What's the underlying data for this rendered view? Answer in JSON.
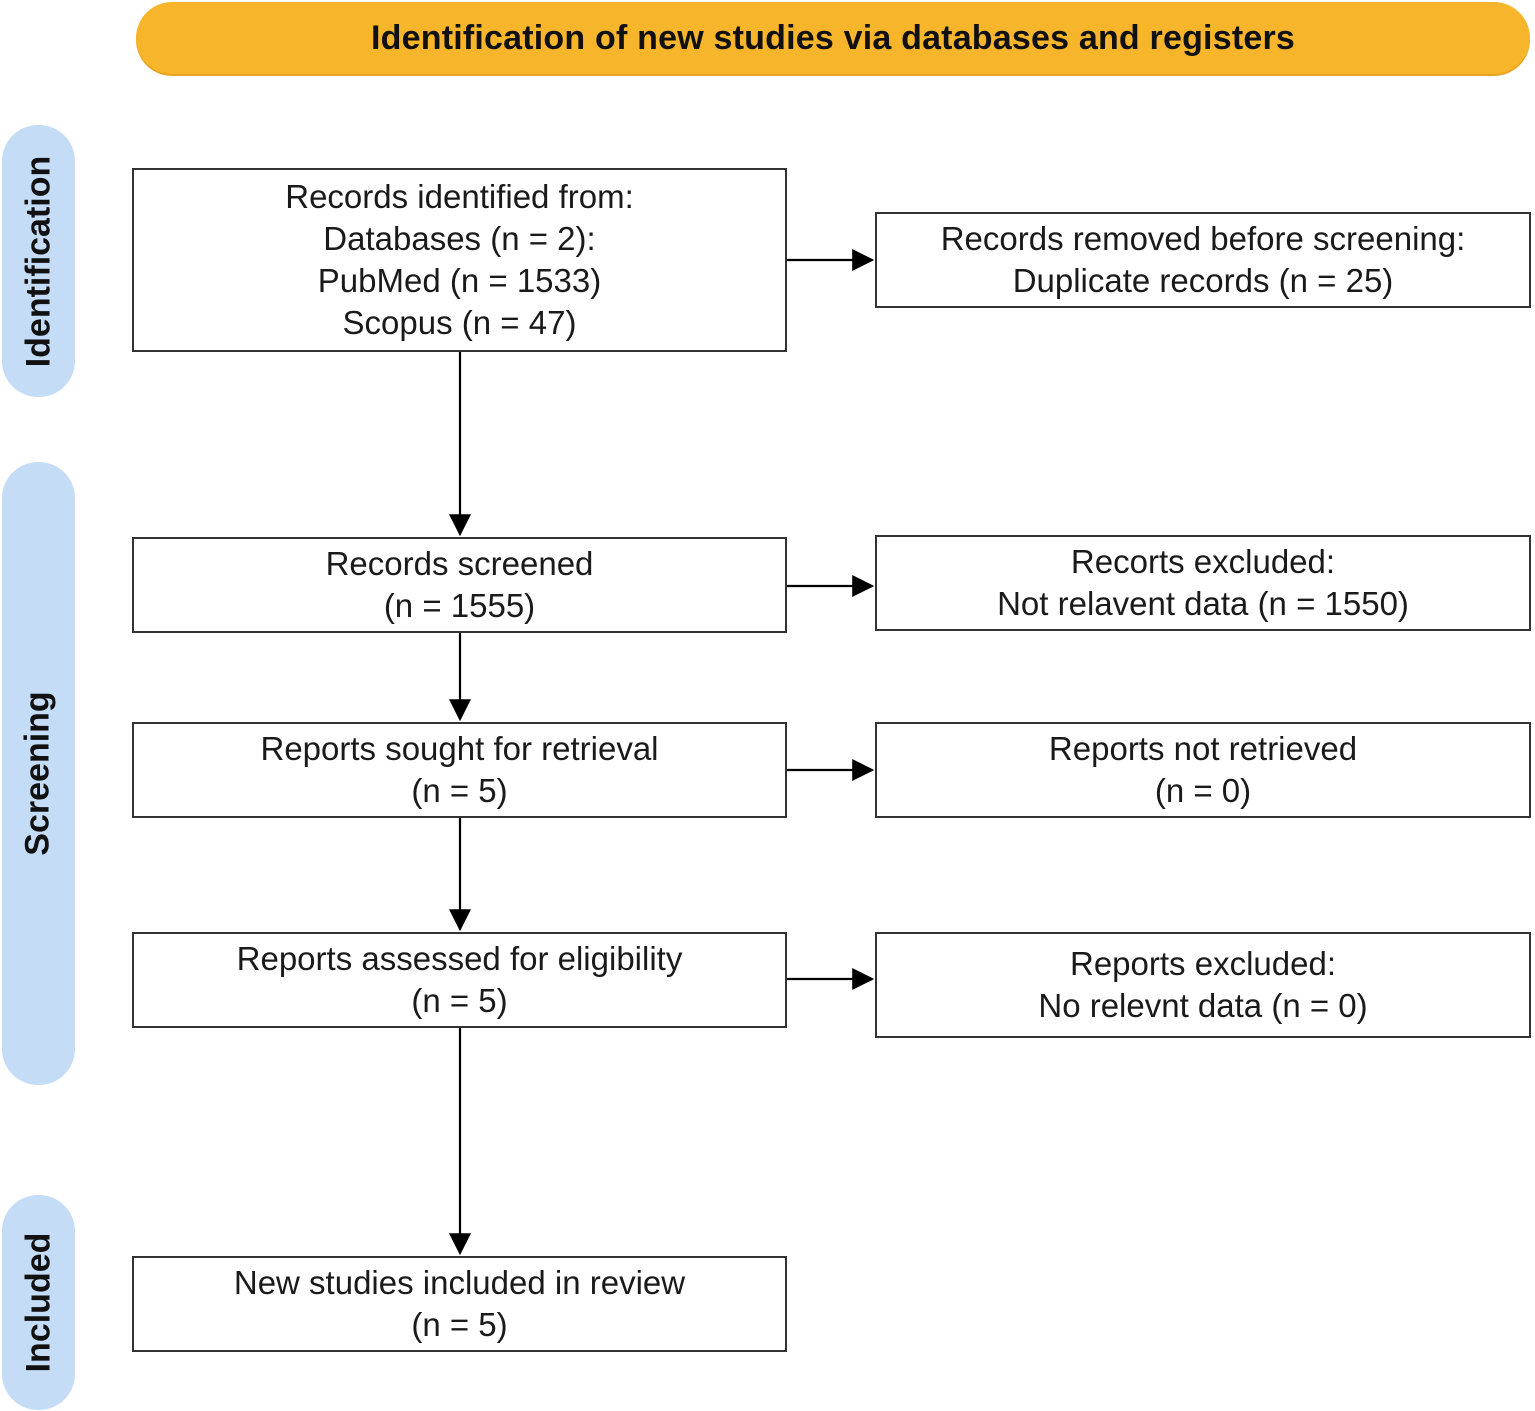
{
  "header": {
    "title": "Identification of new studies via databases and registers",
    "color": "#f7b52b"
  },
  "phases": {
    "identification": "Identification",
    "screening": "Screening",
    "included": "Included",
    "color": "#c5dcf7"
  },
  "boxes": {
    "records_identified": {
      "line1": "Records identified from:",
      "line2": "Databases (n = 2):",
      "line3": "PubMed (n = 1533)",
      "line4": "Scopus (n = 47)"
    },
    "records_removed": {
      "line1": "Records removed before screening:",
      "line2": "Duplicate records (n = 25)"
    },
    "records_screened": {
      "line1": "Records screened",
      "line2": "(n = 1555)"
    },
    "records_excluded": {
      "line1": "Recorts excluded:",
      "line2": "Not relavent data (n = 1550)"
    },
    "reports_sought": {
      "line1": "Reports sought for retrieval",
      "line2": "(n = 5)"
    },
    "reports_not_retrieved": {
      "line1": "Reports not retrieved",
      "line2": "(n = 0)"
    },
    "reports_assessed": {
      "line1": "Reports assessed for eligibility",
      "line2": "(n = 5)"
    },
    "reports_excluded": {
      "line1": "Reports excluded:",
      "line2": "No relevnt data (n = 0)"
    },
    "studies_included": {
      "line1": "New studies included in review",
      "line2": "(n = 5)"
    }
  }
}
